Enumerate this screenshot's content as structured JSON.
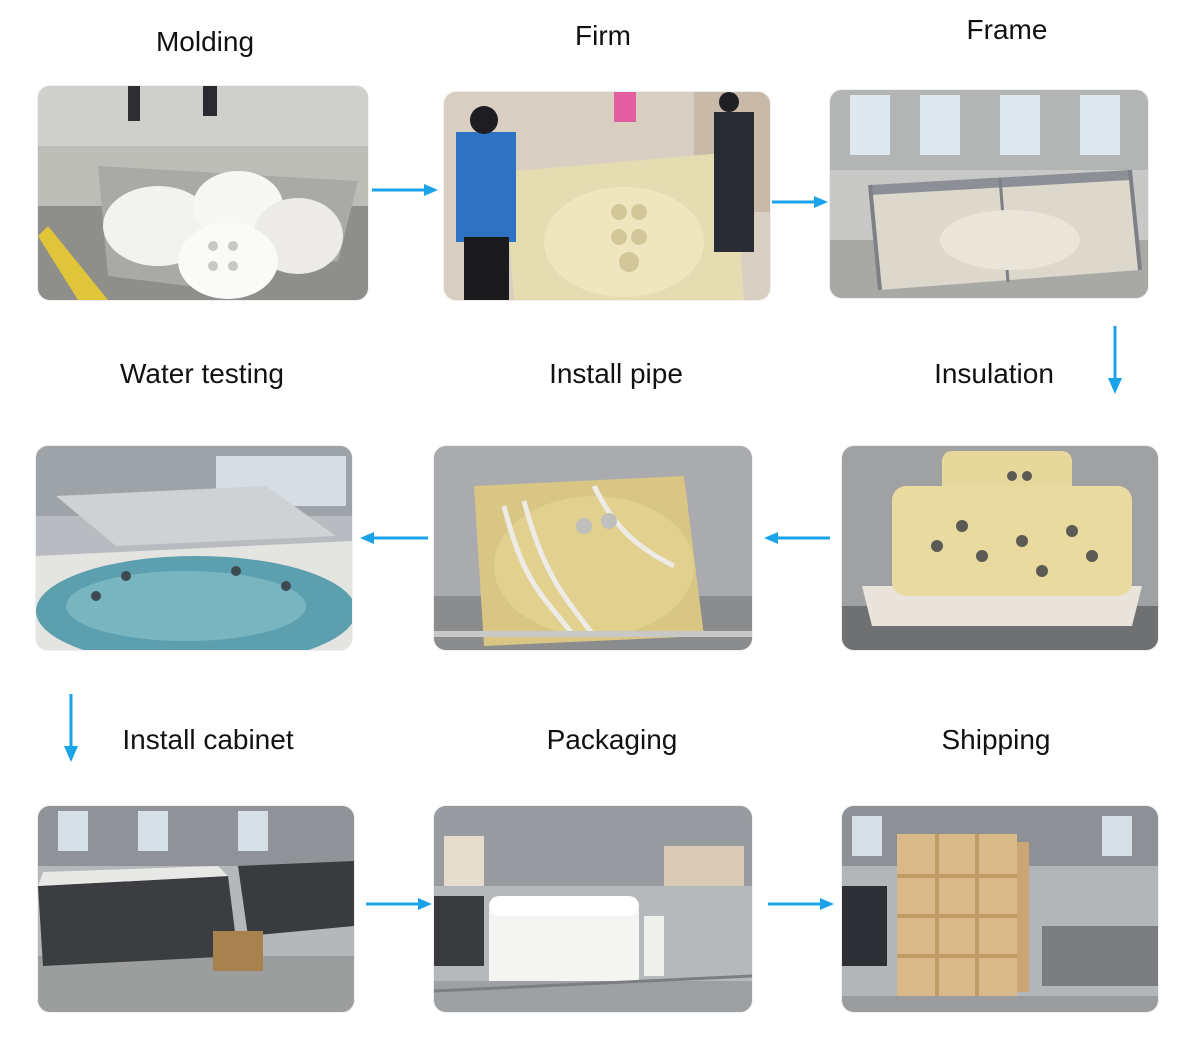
{
  "accent_color": "#1aa3e8",
  "steps": [
    {
      "label": "Molding",
      "scene": "white acrylic spa shell on mould in factory"
    },
    {
      "label": "Firm",
      "scene": "workers reinforcing shell with fiberglass"
    },
    {
      "label": "Frame",
      "scene": "steel frame around shell"
    },
    {
      "label": "Insulation",
      "scene": "shell covered with foam insulation"
    },
    {
      "label": "Install pipe",
      "scene": "plumbing pipes on foam shell"
    },
    {
      "label": "Water testing",
      "scene": "spa filled with blue water"
    },
    {
      "label": "Install cabinet",
      "scene": "grey cabinet panels installed"
    },
    {
      "label": "Packaging",
      "scene": "spa wrapped in white film on conveyor"
    },
    {
      "label": "Shipping",
      "scene": "wooden crate ready for shipping"
    }
  ],
  "arrows": [
    {
      "icon": "arrow-right-icon"
    },
    {
      "icon": "arrow-right-icon"
    },
    {
      "icon": "arrow-down-icon"
    },
    {
      "icon": "arrow-left-icon"
    },
    {
      "icon": "arrow-left-icon"
    },
    {
      "icon": "arrow-down-icon"
    },
    {
      "icon": "arrow-right-icon"
    },
    {
      "icon": "arrow-right-icon"
    }
  ]
}
